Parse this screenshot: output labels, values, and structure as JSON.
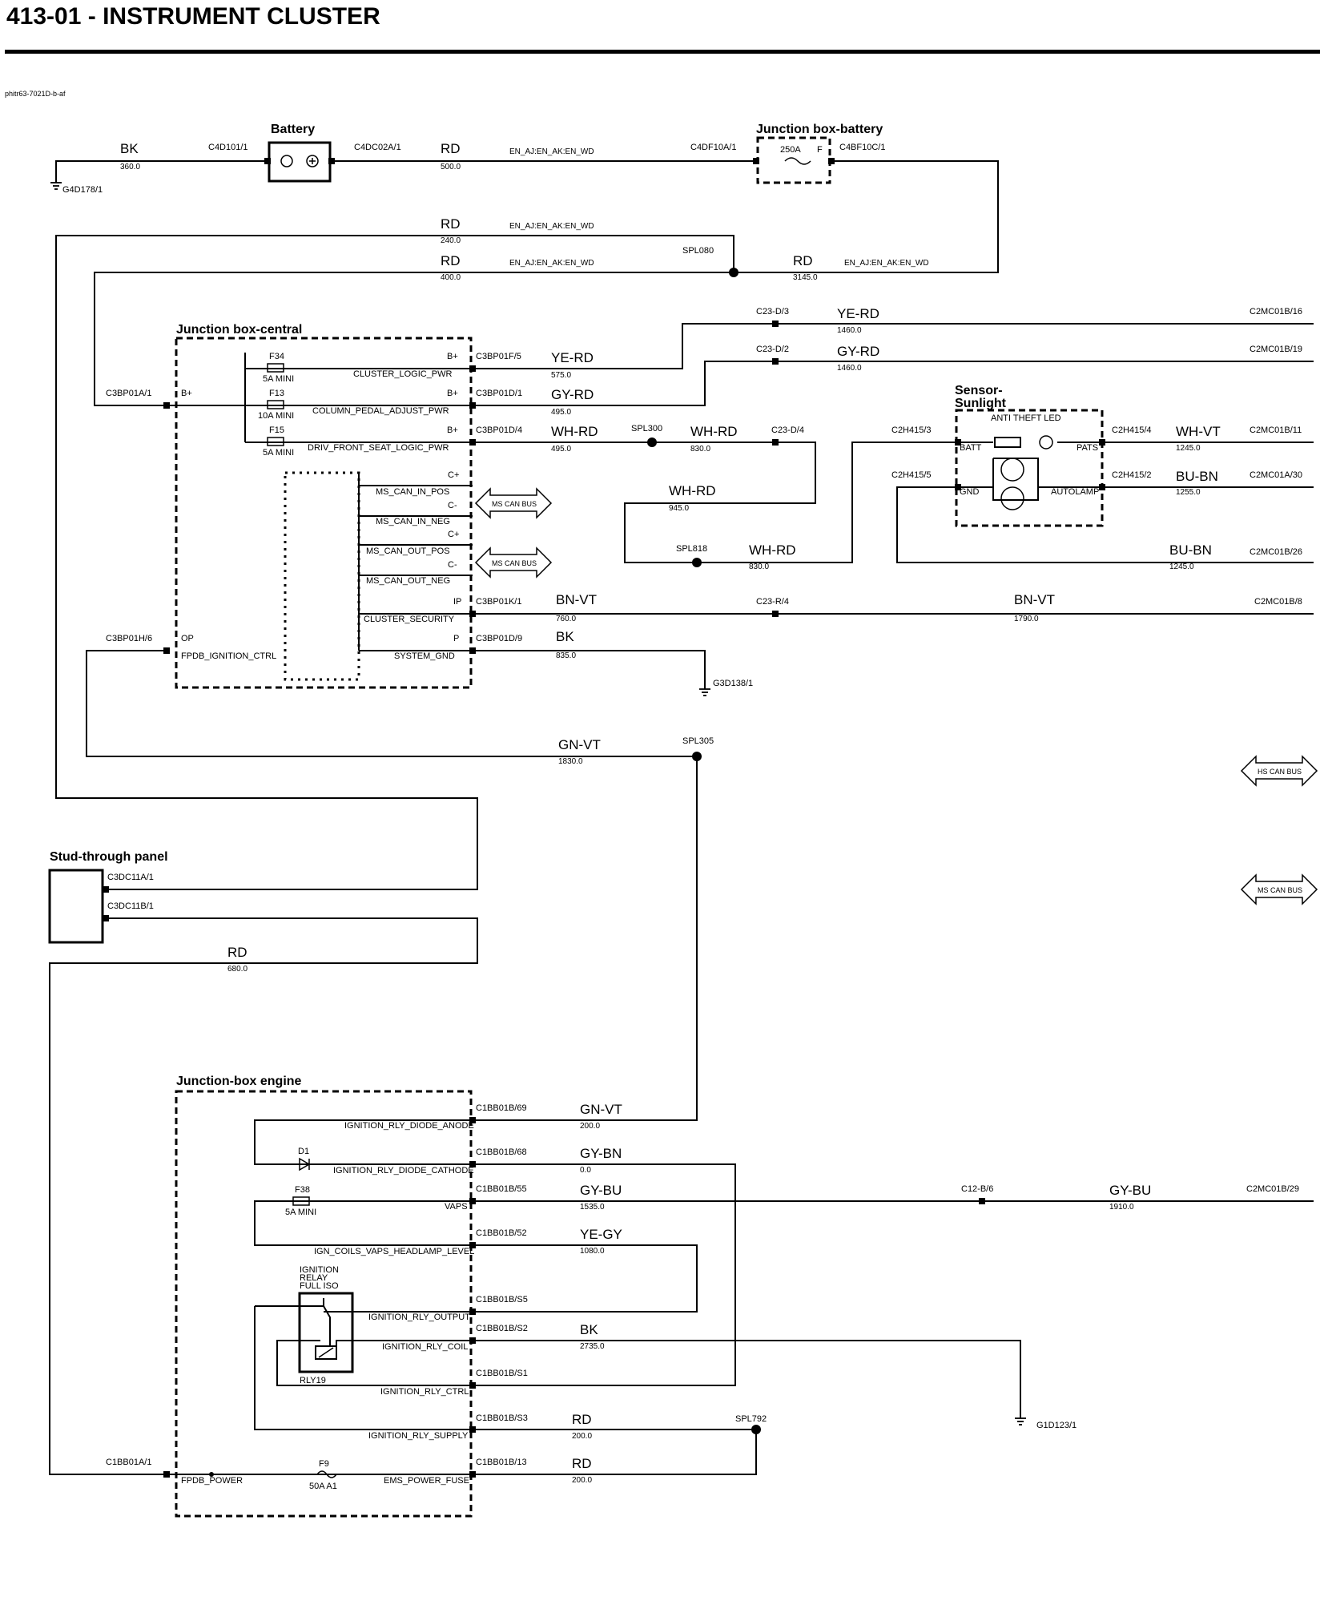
{
  "header": {
    "title": "413-01 - INSTRUMENT CLUSTER",
    "doc_ref": "phitr63-7021D-b-af"
  },
  "components": {
    "battery": "Battery",
    "jb_battery": "Junction box-battery",
    "jb_central": "Junction box-central",
    "sensor_sunlight": [
      "Sensor-",
      "Sunlight"
    ],
    "stud_panel": "Stud-through panel",
    "jb_engine": "Junction-box engine"
  },
  "grounds": [
    "G4D178/1",
    "G3D138/1",
    "G1D123/1"
  ],
  "splices": [
    "SPL080",
    "SPL300",
    "SPL818",
    "SPL305",
    "SPL792"
  ],
  "buses": [
    "MS CAN BUS",
    "MS CAN BUS",
    "HS CAN BUS",
    "MS CAN BUS"
  ],
  "fuses": {
    "f250": [
      "250A",
      "F"
    ],
    "f34": [
      "F34",
      "5A MINI"
    ],
    "f13": [
      "F13",
      "10A MINI"
    ],
    "f15": [
      "F15",
      "5A MINI"
    ],
    "f38": [
      "F38",
      "5A MINI"
    ],
    "f9": [
      "F9",
      "50A A1"
    ],
    "d1": "D1",
    "relay": [
      "IGNITION",
      "RELAY",
      "FULL ISO"
    ],
    "relay_id": "RLY19"
  },
  "labels": [
    [
      "BK",
      150,
      191,
      17
    ],
    [
      "360.0",
      150,
      211,
      10
    ],
    [
      "C4D101/1",
      260,
      187,
      11
    ],
    [
      "C4DC02A/1",
      442,
      187,
      11
    ],
    [
      "RD",
      550,
      191,
      17
    ],
    [
      "500.0",
      550,
      211,
      10
    ],
    [
      "EN_AJ:EN_AK:EN_WD",
      636,
      192,
      10
    ],
    [
      "C4DF10A/1",
      862,
      187,
      11
    ],
    [
      "C4BF10C/1",
      1048,
      187,
      11
    ],
    [
      "RD",
      550,
      285,
      17
    ],
    [
      "240.0",
      550,
      303,
      10
    ],
    [
      "EN_AJ:EN_AK:EN_WD",
      636,
      285,
      10
    ],
    [
      "RD",
      550,
      331,
      17
    ],
    [
      "400.0",
      550,
      349,
      10
    ],
    [
      "EN_AJ:EN_AK:EN_WD",
      636,
      331,
      10
    ],
    [
      "RD",
      990,
      331,
      17
    ],
    [
      "3145.0",
      990,
      349,
      10
    ],
    [
      "EN_AJ:EN_AK:EN_WD",
      1054,
      331,
      10
    ],
    [
      "C23-D/3",
      944,
      392,
      11
    ],
    [
      "YE-RD",
      1045,
      397,
      17
    ],
    [
      "1460.0",
      1045,
      415,
      10
    ],
    [
      "C2MC01B/16",
      1560,
      392,
      11
    ],
    [
      "C23-D/2",
      944,
      439,
      11
    ],
    [
      "GY-RD",
      1045,
      444,
      17
    ],
    [
      "1460.0",
      1045,
      462,
      10
    ],
    [
      "C2MC01B/19",
      1560,
      439,
      11
    ],
    [
      "C3BP01F/5",
      594,
      448,
      11
    ],
    [
      "YE-RD",
      688,
      452,
      17
    ],
    [
      "575.0",
      688,
      471,
      10
    ],
    [
      "C3BP01D/1",
      594,
      494,
      11
    ],
    [
      "GY-RD",
      688,
      498,
      17
    ],
    [
      "495.0",
      688,
      517,
      10
    ],
    [
      "C3BP01D/4",
      594,
      540,
      11
    ],
    [
      "WH-RD",
      688,
      544,
      17
    ],
    [
      "495.0",
      688,
      563,
      10
    ],
    [
      "WH-RD",
      862,
      544,
      17
    ],
    [
      "830.0",
      862,
      563,
      10
    ],
    [
      "C23-D/4",
      963,
      540,
      11
    ],
    [
      "WH-RD",
      835,
      618,
      17
    ],
    [
      "945.0",
      835,
      637,
      10
    ],
    [
      "WH-RD",
      935,
      692,
      17
    ],
    [
      "830.0",
      935,
      710,
      10
    ],
    [
      "C3BP01A/1",
      132,
      494,
      11
    ],
    [
      "B+",
      226,
      494,
      11
    ],
    [
      "B+",
      558,
      448,
      11
    ],
    [
      "B+",
      558,
      494,
      11
    ],
    [
      "B+",
      558,
      540,
      11
    ],
    [
      "CLUSTER_LOGIC_PWR",
      441,
      470,
      11
    ],
    [
      "COLUMN_PEDAL_ADJUST_PWR",
      390,
      516,
      11
    ],
    [
      "DRIV_FRONT_SEAT_LOGIC_PWR",
      384,
      562,
      11
    ],
    [
      "C+",
      559,
      596,
      11
    ],
    [
      "MS_CAN_IN_POS",
      469,
      617,
      11
    ],
    [
      "C-",
      559,
      634,
      11
    ],
    [
      "MS_CAN_IN_NEG",
      469,
      654,
      11
    ],
    [
      "C+",
      559,
      670,
      11
    ],
    [
      "MS_CAN_OUT_POS",
      457,
      691,
      11
    ],
    [
      "C-",
      559,
      708,
      11
    ],
    [
      "MS_CAN_OUT_NEG",
      457,
      728,
      11
    ],
    [
      "IP",
      566,
      754,
      11
    ],
    [
      "CLUSTER_SECURITY",
      454,
      776,
      11
    ],
    [
      "P",
      566,
      800,
      11
    ],
    [
      "SYSTEM_GND",
      492,
      822,
      11
    ],
    [
      "C3BP01K/1",
      594,
      754,
      11
    ],
    [
      "BN-VT",
      694,
      754,
      17
    ],
    [
      "760.0",
      694,
      775,
      10
    ],
    [
      "C23-R/4",
      944,
      754,
      11
    ],
    [
      "BN-VT",
      1266,
      754,
      17
    ],
    [
      "1790.0",
      1266,
      775,
      10
    ],
    [
      "C2MC01B/8",
      1566,
      754,
      11
    ],
    [
      "C3BP01D/9",
      594,
      800,
      11
    ],
    [
      "BK",
      694,
      800,
      17
    ],
    [
      "835.0",
      694,
      821,
      10
    ],
    [
      "C3BP01H/6",
      132,
      800,
      11
    ],
    [
      "OP",
      226,
      800,
      11
    ],
    [
      "FPDB_IGNITION_CTRL",
      226,
      822,
      11
    ],
    [
      "C2H415/3",
      1113,
      540,
      11
    ],
    [
      "C2H415/5",
      1113,
      596,
      11
    ],
    [
      "BATT",
      1198,
      562,
      11
    ],
    [
      "GND",
      1198,
      617,
      11
    ],
    [
      "ANTI THEFT LED",
      1237,
      525,
      11
    ],
    [
      "PATS",
      1344,
      562,
      11
    ],
    [
      "AUTOLAMP",
      1312,
      617,
      11
    ],
    [
      "C2H415/4",
      1388,
      540,
      11
    ],
    [
      "WH-VT",
      1468,
      544,
      17
    ],
    [
      "1245.0",
      1468,
      562,
      10
    ],
    [
      "C2MC01B/11",
      1560,
      540,
      11
    ],
    [
      "C2H415/2",
      1388,
      596,
      11
    ],
    [
      "BU-BN",
      1468,
      600,
      17
    ],
    [
      "1255.0",
      1468,
      617,
      10
    ],
    [
      "C2MC01A/30",
      1560,
      596,
      11
    ],
    [
      "BU-BN",
      1460,
      692,
      17
    ],
    [
      "1245.0",
      1460,
      710,
      10
    ],
    [
      "C2MC01B/26",
      1560,
      692,
      11
    ],
    [
      "GN-VT",
      697,
      935,
      17
    ],
    [
      "1830.0",
      697,
      953,
      10
    ],
    [
      "C3DC11A/1",
      134,
      1098,
      11
    ],
    [
      "C3DC11B/1",
      134,
      1134,
      11
    ],
    [
      "RD",
      284,
      1194,
      17
    ],
    [
      "680.0",
      284,
      1212,
      10
    ],
    [
      "C1BB01B/69",
      594,
      1386,
      11
    ],
    [
      "GN-VT",
      724,
      1390,
      17
    ],
    [
      "200.0",
      724,
      1408,
      10
    ],
    [
      "IGNITION_RLY_DIODE_ANODE",
      430,
      1408,
      11
    ],
    [
      "C1BB01B/68",
      594,
      1441,
      11
    ],
    [
      "GY-BN",
      724,
      1445,
      17
    ],
    [
      "0.0",
      724,
      1463,
      10
    ],
    [
      "IGNITION_RLY_DIODE_CATHODE",
      416,
      1464,
      11
    ],
    [
      "C1BB01B/55",
      594,
      1487,
      11
    ],
    [
      "GY-BU",
      724,
      1491,
      17
    ],
    [
      "1535.0",
      724,
      1509,
      10
    ],
    [
      "VAPS",
      555,
      1509,
      11
    ],
    [
      "C12-B/6",
      1200,
      1487,
      11
    ],
    [
      "GY-BU",
      1385,
      1491,
      17
    ],
    [
      "1910.0",
      1385,
      1509,
      10
    ],
    [
      "C2MC01B/29",
      1556,
      1487,
      11
    ],
    [
      "C1BB01B/52",
      594,
      1542,
      11
    ],
    [
      "YE-GY",
      724,
      1546,
      17
    ],
    [
      "1080.0",
      724,
      1564,
      10
    ],
    [
      "IGN_COILS_VAPS_HEADLAMP_LEVEL",
      392,
      1565,
      11
    ],
    [
      "C1BB01B/S5",
      594,
      1625,
      11
    ],
    [
      "IGNITION_RLY_OUTPUT",
      460,
      1647,
      11
    ],
    [
      "C1BB01B/S2",
      594,
      1661,
      11
    ],
    [
      "BK",
      724,
      1665,
      17
    ],
    [
      "2735.0",
      724,
      1683,
      10
    ],
    [
      "IGNITION_RLY_COIL",
      477,
      1684,
      11
    ],
    [
      "C1BB01B/S1",
      594,
      1717,
      11
    ],
    [
      "IGNITION_RLY_CTRL",
      475,
      1740,
      11
    ],
    [
      "C1BB01B/S3",
      594,
      1773,
      11
    ],
    [
      "RD",
      714,
      1777,
      17
    ],
    [
      "200.0",
      714,
      1795,
      10
    ],
    [
      "IGNITION_RLY_SUPPLY",
      460,
      1795,
      11
    ],
    [
      "C1BB01B/13",
      594,
      1828,
      11
    ],
    [
      "RD",
      714,
      1832,
      17
    ],
    [
      "200.0",
      714,
      1850,
      10
    ],
    [
      "EMS_POWER_FUSE",
      479,
      1851,
      11
    ],
    [
      "C1BB01A/1",
      132,
      1828,
      11
    ],
    [
      "FPDB_POWER",
      226,
      1851,
      11
    ]
  ]
}
